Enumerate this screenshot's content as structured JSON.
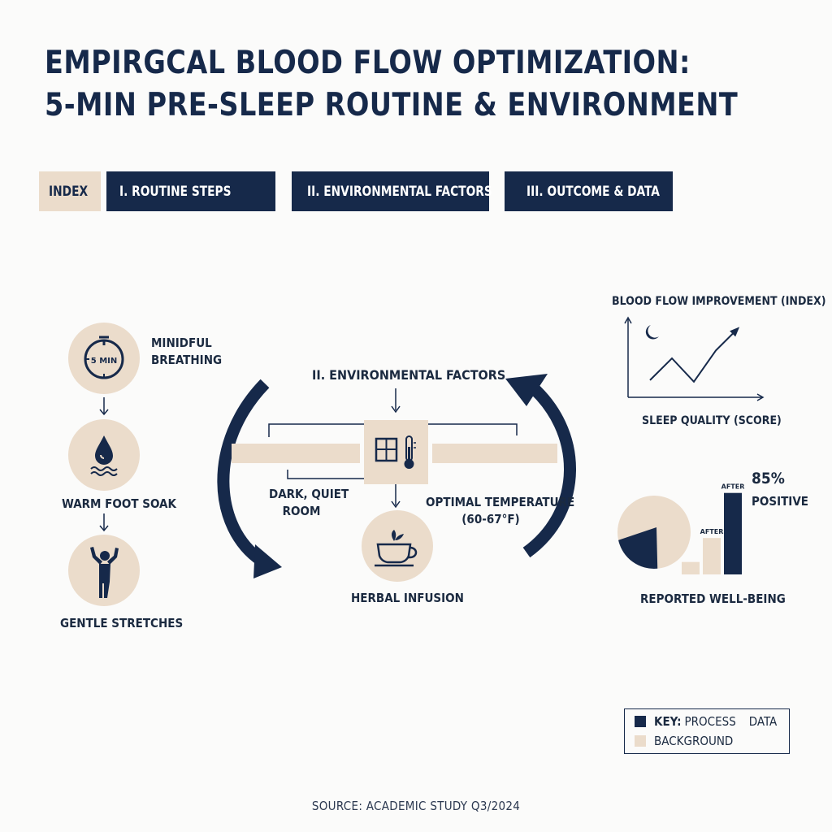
{
  "title": {
    "line1": "EMPIRGCAL BLOOD FLOW OPTIMIZATION:",
    "line2": "5-MIN PRE-SLEEP ROUTINE & ENVIRONMENT"
  },
  "tabs": [
    {
      "label": "INDEX"
    },
    {
      "label": "I. ROUTINE STEPS"
    },
    {
      "label": "II. ENVIRONMENTAL FACTORS"
    },
    {
      "label": "III. OUTCOME & DATA"
    }
  ],
  "routine": {
    "step1": "MINIDFUL BREATHING",
    "step1_line1": "MINIDFUL",
    "step1_line2": "BREATHING",
    "timer_text": "5 MIN",
    "step2": "WARM FOOT SOAK",
    "step3": "GENTLE STRETCHES"
  },
  "environment": {
    "heading": "II. ENVIRONMENTAL FACTORS",
    "room_line1": "DARK, QUIET",
    "room_line2": "ROOM",
    "temp_line1": "OPTIMAL TEMPERATURE",
    "temp_line2": "(60-67°F)",
    "infusion": "HERBAL INFUSION"
  },
  "chart_data": [
    {
      "type": "line",
      "title": "BLOOD FLOW IMPROVEMENT (INDEX)",
      "xlabel": "SLEEP QUALITY (SCORE)",
      "ylabel": "",
      "x": [
        1,
        2,
        3,
        4,
        5
      ],
      "values": [
        2.2,
        5.0,
        2.0,
        6.0,
        8.8
      ],
      "ylim": [
        0,
        10
      ],
      "xlim": [
        0,
        6
      ]
    },
    {
      "type": "bar",
      "title": "",
      "xlabel": "REPORTED WELL-BEING",
      "categories": [
        "",
        "AFTER",
        "AFTER"
      ],
      "values": [
        13,
        38,
        85
      ],
      "value_label": "85%",
      "value_note": "POSITIVE",
      "pie_share": 0.23
    }
  ],
  "icons": [
    "timer-icon",
    "water-drop-icon",
    "waves-icon",
    "person-stretch-icon",
    "window-icon",
    "thermometer-icon",
    "cup-icon",
    "moon-icon"
  ],
  "key": {
    "label_prefix": "KEY:",
    "process": "PROCESS",
    "data": "DATA",
    "background": "BACKGROUND"
  },
  "colors": {
    "navy": "#16294a",
    "beige": "#ebdccb",
    "background": "#fbfbfa"
  },
  "source": "SOURCE: ACADEMIC STUDY Q3/2024"
}
